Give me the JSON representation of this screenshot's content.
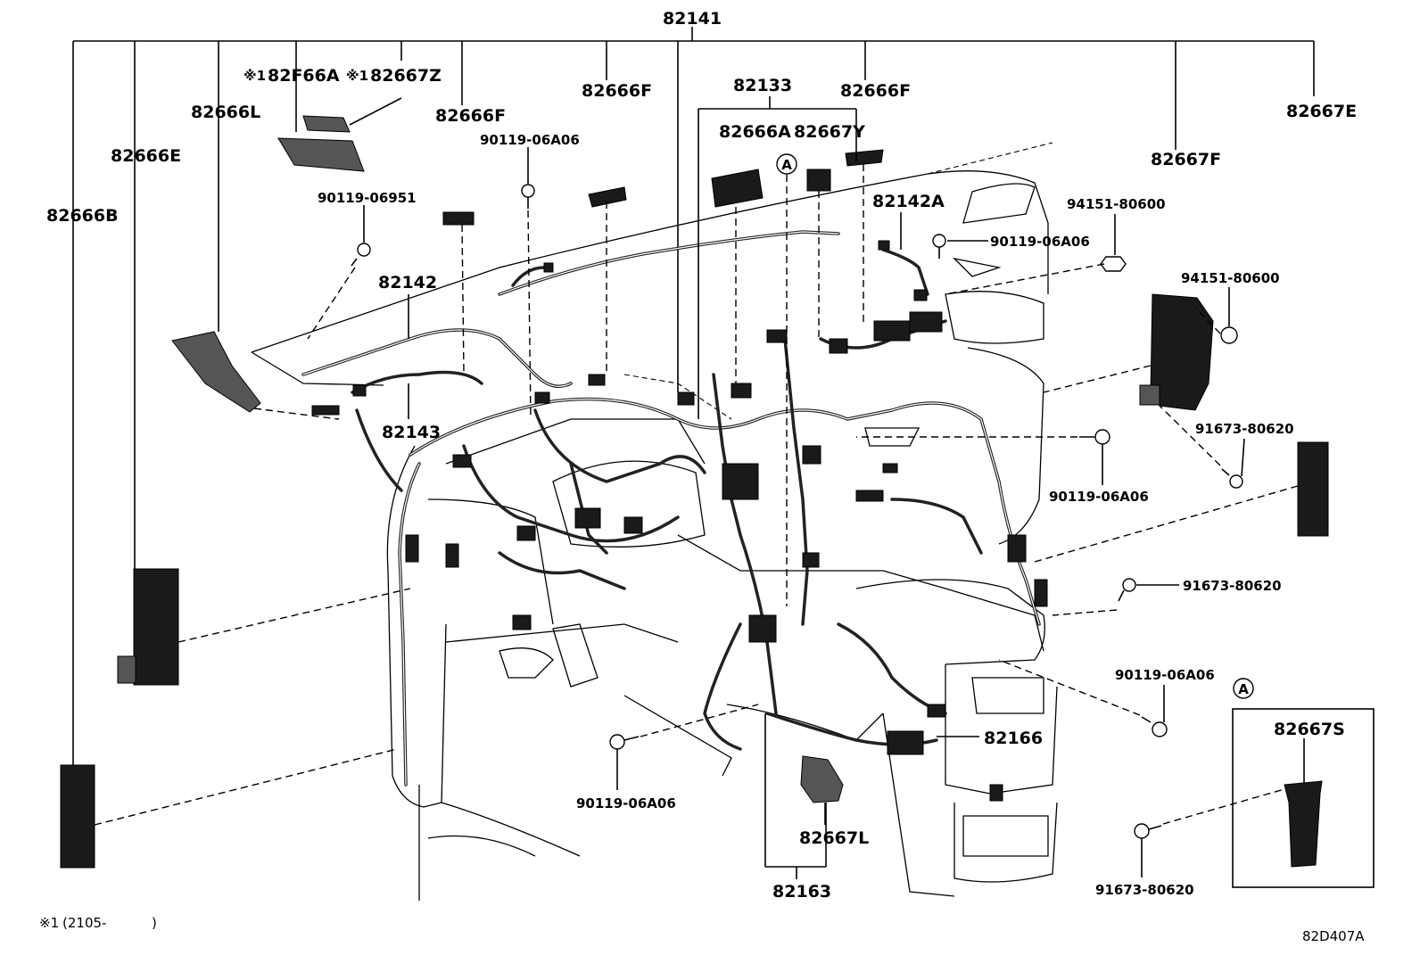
{
  "diagram_id": "82D407A",
  "footnote": {
    "mark": "※1",
    "text": "(2105-",
    "close": ")"
  },
  "callout_marker": "A",
  "labels": {
    "p82141": "82141",
    "p82F66A": "82F66A",
    "p82667Z": "82667Z",
    "mark1a": "※1",
    "mark1b": "※1",
    "p82666L": "82666L",
    "p82666E": "82666E",
    "p82666B": "82666B",
    "p82666F_a": "82666F",
    "p82666F_b": "82666F",
    "p82666F_c": "82666F",
    "p82133": "82133",
    "p82666A": "82666A",
    "p82667Y": "82667Y",
    "p82667E": "82667E",
    "p82667F": "82667F",
    "p82142A": "82142A",
    "p82142": "82142",
    "p82143": "82143",
    "p82166": "82166",
    "p82667L": "82667L",
    "p82163": "82163",
    "p82667S": "82667S",
    "b90119_06951": "90119-06951",
    "b90119_06A06_a": "90119-06A06",
    "b90119_06A06_b": "90119-06A06",
    "b90119_06A06_c": "90119-06A06",
    "b90119_06A06_d": "90119-06A06",
    "b90119_06A06_e": "90119-06A06",
    "b94151_80600_a": "94151-80600",
    "b94151_80600_b": "94151-80600",
    "b91673_80620_a": "91673-80620",
    "b91673_80620_b": "91673-80620",
    "b91673_80620_c": "91673-80620"
  }
}
